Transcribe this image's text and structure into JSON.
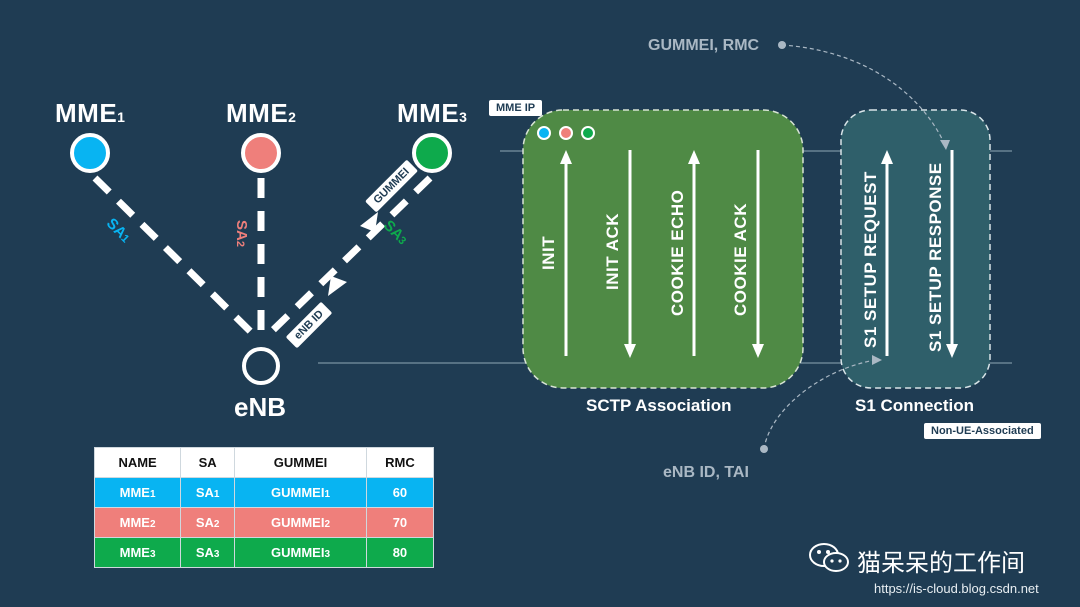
{
  "mme_nodes": [
    {
      "label": "MME",
      "sub": "1",
      "color": "#08b4f2"
    },
    {
      "label": "MME",
      "sub": "2",
      "color": "#ef7f7b"
    },
    {
      "label": "MME",
      "sub": "3",
      "color": "#0eaa4c"
    }
  ],
  "enb_label": "eNB",
  "sa_labels": [
    {
      "label": "SA",
      "sub": "1",
      "color": "#08b4f2"
    },
    {
      "label": "SA",
      "sub": "2",
      "color": "#ef7f7b"
    },
    {
      "label": "SA",
      "sub": "3",
      "color": "#0eaa4c"
    }
  ],
  "arrow_tags": {
    "gummei": "GUMMEI",
    "enb_id": "eNB ID"
  },
  "sctp": {
    "title": "SCTP Association",
    "tag": "MME IP",
    "messages": [
      "INIT",
      "INIT ACK",
      "COOKIE ECHO",
      "COOKIE ACK"
    ]
  },
  "s1": {
    "title": "S1 Connection",
    "tag": "Non-UE-Associated",
    "messages": [
      "S1 SETUP REQUEST",
      "S1 SETUP RESPONSE"
    ]
  },
  "annotations": {
    "top": "GUMMEI, RMC",
    "bottom": "eNB ID, TAI"
  },
  "table": {
    "headers": [
      "NAME",
      "SA",
      "GUMMEI",
      "RMC"
    ],
    "rows": [
      {
        "name": "MME",
        "sa": "SA",
        "gummei": "GUMMEI",
        "sub": "1",
        "rmc": "60"
      },
      {
        "name": "MME",
        "sa": "SA",
        "gummei": "GUMMEI",
        "sub": "2",
        "rmc": "70"
      },
      {
        "name": "MME",
        "sa": "SA",
        "gummei": "GUMMEI",
        "sub": "3",
        "rmc": "80"
      }
    ]
  },
  "watermark": {
    "name": "猫呆呆的工作间",
    "url": "https://is-cloud.blog.csdn.net"
  },
  "colors": {
    "background": "#1f3c53",
    "box_fill": "#4f8a45",
    "s1_fill": "#2f5f6a"
  }
}
